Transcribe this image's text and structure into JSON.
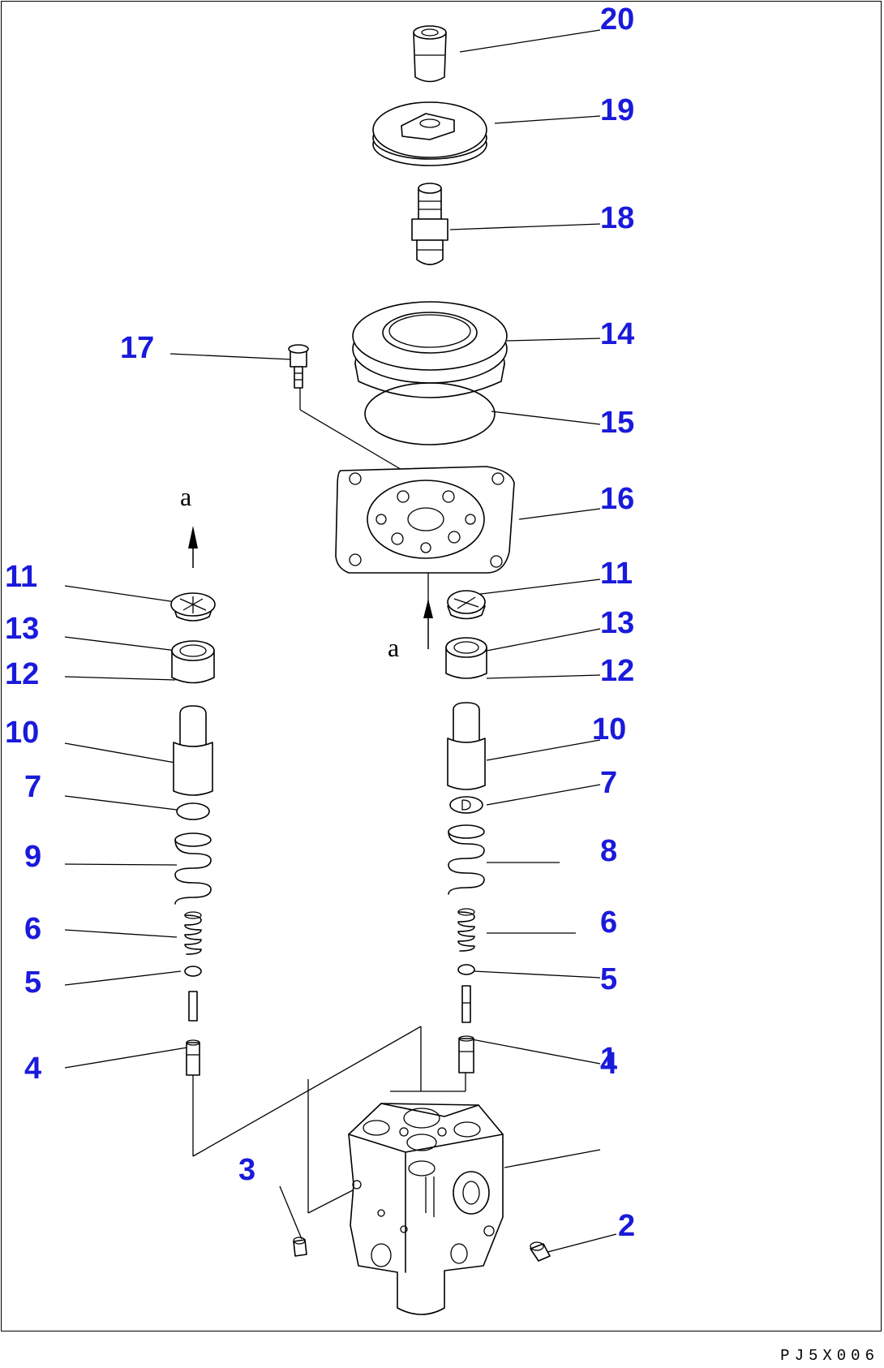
{
  "callouts": [
    {
      "part": "valve-body",
      "label": "1"
    },
    {
      "part": "plug-right",
      "label": "2"
    },
    {
      "part": "plug-left",
      "label": "3"
    },
    {
      "part": "piston-left",
      "label": "4"
    },
    {
      "part": "piston-right",
      "label": "4"
    },
    {
      "part": "washer-left",
      "label": "5"
    },
    {
      "part": "washer-right",
      "label": "5"
    },
    {
      "part": "inner-spring-left",
      "label": "6"
    },
    {
      "part": "inner-spring-right",
      "label": "6"
    },
    {
      "part": "seat-left",
      "label": "7"
    },
    {
      "part": "seat-right",
      "label": "7"
    },
    {
      "part": "outer-spring-right",
      "label": "8"
    },
    {
      "part": "outer-spring-left",
      "label": "9"
    },
    {
      "part": "push-rod-left",
      "label": "10"
    },
    {
      "part": "push-rod-right",
      "label": "10"
    },
    {
      "part": "seal-left",
      "label": "11"
    },
    {
      "part": "seal-right",
      "label": "11"
    },
    {
      "part": "o-ring-left",
      "label": "12"
    },
    {
      "part": "o-ring-right",
      "label": "12"
    },
    {
      "part": "bushing-left",
      "label": "13"
    },
    {
      "part": "bushing-right",
      "label": "13"
    },
    {
      "part": "boot",
      "label": "14"
    },
    {
      "part": "boot-ring",
      "label": "15"
    },
    {
      "part": "plate",
      "label": "16"
    },
    {
      "part": "bolt",
      "label": "17"
    },
    {
      "part": "joint",
      "label": "18"
    },
    {
      "part": "disc",
      "label": "19"
    },
    {
      "part": "nut",
      "label": "20"
    }
  ],
  "view_marks": [
    {
      "id": "upper",
      "label": "a"
    },
    {
      "id": "lower",
      "label": "a"
    }
  ],
  "drawing_code": "PJ5X006",
  "colors": {
    "callout": "#1a1adc",
    "line": "#000000",
    "background": "#ffffff"
  }
}
